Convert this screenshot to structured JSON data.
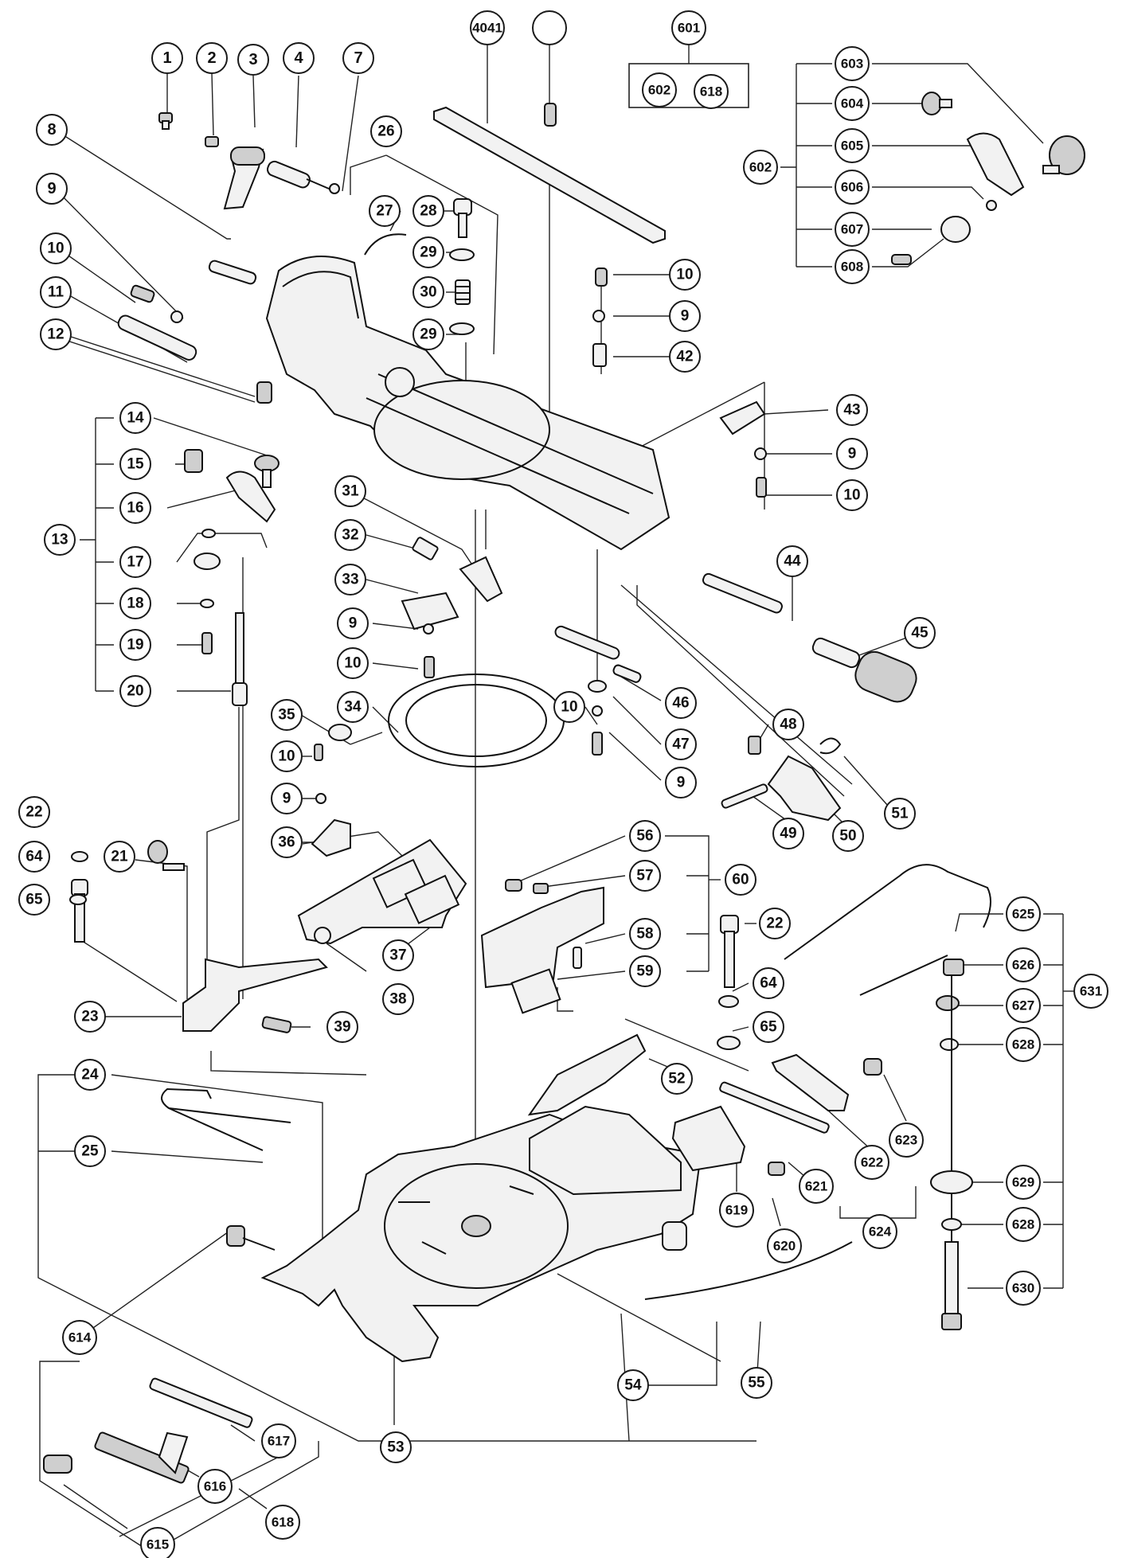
{
  "callouts": {
    "c1": "1",
    "c2": "2",
    "c3": "3",
    "c4": "4",
    "c7": "7",
    "c8": "8",
    "c9a": "9",
    "c10a": "10",
    "c11": "11",
    "c12": "12",
    "c13": "13",
    "c14": "14",
    "c15": "15",
    "c16": "16",
    "c17": "17",
    "c18": "18",
    "c19": "19",
    "c20": "20",
    "c21": "21",
    "c22a": "22",
    "c64a": "64",
    "c65a": "65",
    "c23": "23",
    "c24": "24",
    "c25": "25",
    "c26": "26",
    "c27": "27",
    "c28": "28",
    "c29a": "29",
    "c30": "30",
    "c29b": "29",
    "c31": "31",
    "c32": "32",
    "c33": "33",
    "c9b": "9",
    "c10b": "10",
    "c34": "34",
    "c35": "35",
    "c10c": "10",
    "c9c": "9",
    "c36": "36",
    "c37": "37",
    "c38": "38",
    "c39": "39",
    "c4041": "4041",
    "c10d": "10",
    "c9d": "9",
    "c42": "42",
    "c43": "43",
    "c9e": "9",
    "c10e": "10",
    "c44": "44",
    "c45": "45",
    "c10f": "10",
    "c46": "46",
    "c47": "47",
    "c9f": "9",
    "c48": "48",
    "c49": "49",
    "c50": "50",
    "c51": "51",
    "c56": "56",
    "c57": "57",
    "c60": "60",
    "c58": "58",
    "c59": "59",
    "c22b": "22",
    "c64b": "64",
    "c65b": "65",
    "c52": "52",
    "c53": "53",
    "c54": "54",
    "c55": "55",
    "c601": "601",
    "c602a": "602",
    "c618a": "618",
    "c602b": "602",
    "c603": "603",
    "c604": "604",
    "c605": "605",
    "c606": "606",
    "c607": "607",
    "c608": "608",
    "c625": "625",
    "c626": "626",
    "c627": "627",
    "c628a": "628",
    "c631": "631",
    "c629": "629",
    "c628b": "628",
    "c630": "630",
    "c623": "623",
    "c622": "622",
    "c621": "621",
    "c624": "624",
    "c619": "619",
    "c620": "620",
    "c614": "614",
    "c617": "617",
    "c616": "616",
    "c615": "615",
    "c618b": "618"
  }
}
